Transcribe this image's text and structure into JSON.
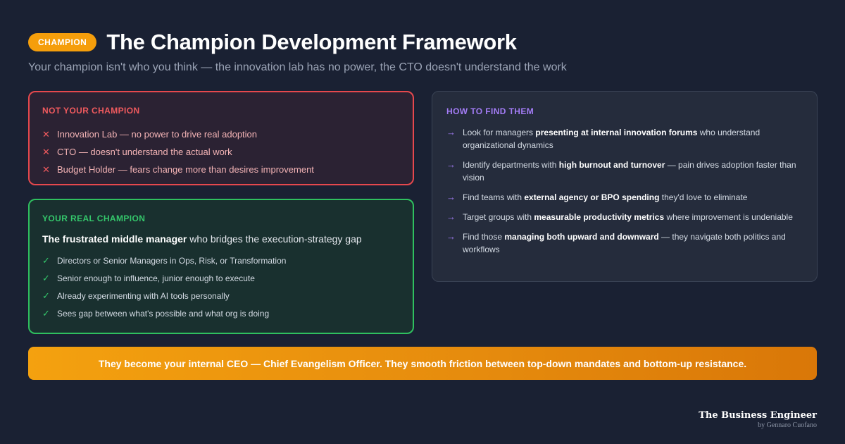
{
  "header": {
    "badge": "CHAMPION",
    "title": "The Champion Development Framework",
    "subtitle": "Your champion isn't who you think — the innovation lab has no power, the CTO doesn't understand the work"
  },
  "not_champion": {
    "heading": "NOT YOUR CHAMPION",
    "icon": "x-icon",
    "items": [
      "Innovation Lab — no power to drive real adoption",
      "CTO — doesn't understand the actual work",
      "Budget Holder — fears change more than desires improvement"
    ]
  },
  "real_champion": {
    "heading": "YOUR REAL CHAMPION",
    "lead_bold": "The frustrated middle manager",
    "lead_rest": " who bridges the execution-strategy gap",
    "icon": "checkmark-icon",
    "items": [
      "Directors or Senior Managers in Ops, Risk, or Transformation",
      "Senior enough to influence, junior enough to execute",
      "Already experimenting with AI tools personally",
      "Sees gap between what's possible and what org is doing"
    ]
  },
  "how_to_find": {
    "heading": "HOW TO FIND THEM",
    "icon": "arrow-right-icon",
    "items": [
      {
        "pre": "Look for managers ",
        "bold": "presenting at internal innovation forums",
        "post": " who understand organizational dynamics"
      },
      {
        "pre": "Identify departments with ",
        "bold": "high burnout and turnover",
        "post": " — pain drives adoption faster than vision"
      },
      {
        "pre": "Find teams with ",
        "bold": "external agency or BPO spending",
        "post": " they'd love to eliminate"
      },
      {
        "pre": "Target groups with ",
        "bold": "measurable productivity metrics",
        "post": " where improvement is undeniable"
      },
      {
        "pre": "Find those ",
        "bold": "managing both upward and downward",
        "post": " — they navigate both politics and workflows"
      }
    ]
  },
  "banner": "They become your internal CEO — Chief Evangelism Officer. They smooth friction between top-down mandates and bottom-up resistance.",
  "brand": {
    "name": "The Business Engineer",
    "byline": "by Gennaro Cuofano"
  },
  "colors": {
    "background": "#1a2133",
    "badge": "#f59e0b",
    "red": "#e5484d",
    "green": "#2fbf5f",
    "purple": "#a37cf6",
    "banner": "#f4a10f"
  }
}
